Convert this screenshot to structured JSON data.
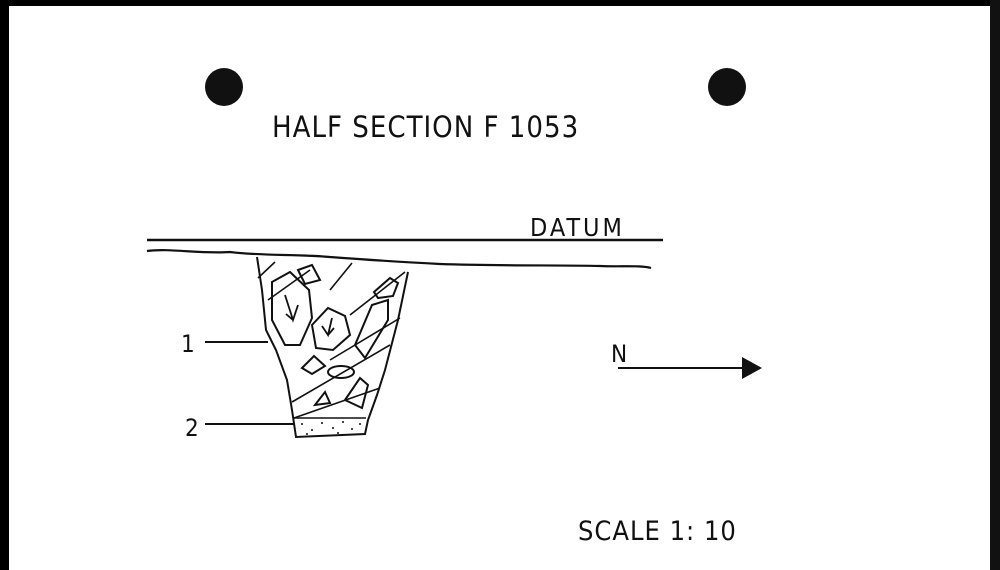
{
  "title": "HALF SECTION  F 1053",
  "datum_label": "DATUM",
  "layers": [
    {
      "label": "1",
      "fill": "rocks-and-hatching"
    },
    {
      "label": "2",
      "fill": "stipple"
    }
  ],
  "north_label": "N",
  "scale_label": "SCALE  1: 10",
  "colors": {
    "ink": "#111111",
    "paper": "#ffffff",
    "frame": "#000000"
  }
}
